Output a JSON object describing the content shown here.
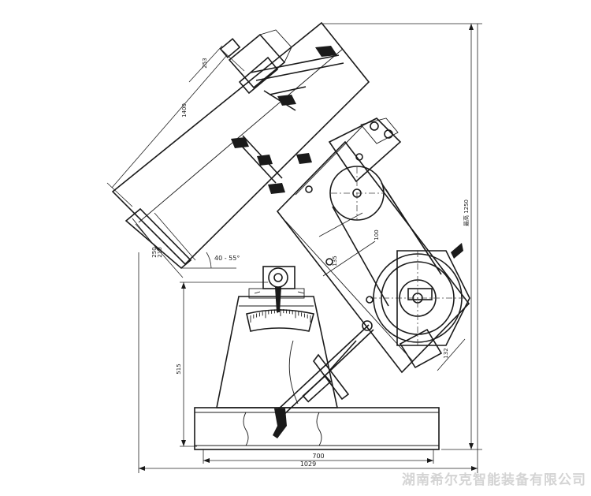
{
  "dimensions": {
    "d253": "253",
    "d1400": "1400",
    "d210": "210",
    "d250": "250",
    "angle": "40 - 55°",
    "d135": "135",
    "d100": "100",
    "d132": "132",
    "height_total": "最高 1250",
    "height_base": "515",
    "width_base": "700",
    "width_total": "1029"
  },
  "watermark": "湖南希尔克智能装备有限公司"
}
